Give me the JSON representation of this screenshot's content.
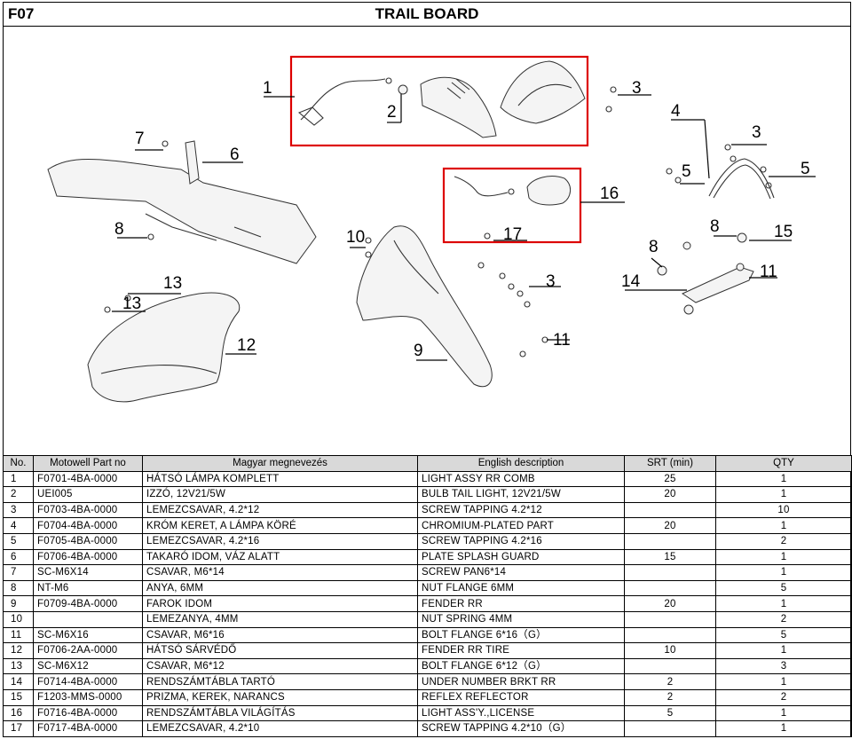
{
  "header": {
    "code": "F07",
    "title": "TRAIL BOARD"
  },
  "callouts": [
    "1",
    "2",
    "3",
    "4",
    "3",
    "5",
    "5",
    "7",
    "6",
    "16",
    "8",
    "10",
    "17",
    "8",
    "8",
    "15",
    "13",
    "13",
    "3",
    "14",
    "11",
    "12",
    "9",
    "11"
  ],
  "table": {
    "columns": [
      "No.",
      "Motowell Part no",
      "Magyar megnevezés",
      "English description",
      "SRT (min)",
      "QTY"
    ],
    "rows": [
      [
        "1",
        "F0701-4BA-0000",
        "HÁTSÓ LÁMPA KOMPLETT",
        "LIGHT ASSY RR COMB",
        "25",
        "1"
      ],
      [
        "2",
        "UEI005",
        "IZZÓ, 12V21/5W",
        "BULB TAIL LIGHT, 12V21/5W",
        "20",
        "1"
      ],
      [
        "3",
        "F0703-4BA-0000",
        "LEMEZCSAVAR, 4.2*12",
        "SCREW TAPPING 4.2*12",
        "",
        "10"
      ],
      [
        "4",
        "F0704-4BA-0000",
        "KRÓM KERET, A LÁMPA KÖRÉ",
        "CHROMIUM-PLATED PART",
        "20",
        "1"
      ],
      [
        "5",
        "F0705-4BA-0000",
        "LEMEZCSAVAR, 4.2*16",
        "SCREW TAPPING 4.2*16",
        "",
        "2"
      ],
      [
        "6",
        "F0706-4BA-0000",
        "TAKARÓ IDOM, VÁZ ALATT",
        "PLATE SPLASH GUARD",
        "15",
        "1"
      ],
      [
        "7",
        "SC-M6X14",
        "CSAVAR, M6*14",
        "SCREW PAN6*14",
        "",
        "1"
      ],
      [
        "8",
        "NT-M6",
        "ANYA, 6MM",
        "NUT FLANGE 6MM",
        "",
        "5"
      ],
      [
        "9",
        "F0709-4BA-0000",
        "FAROK IDOM",
        "FENDER RR",
        "20",
        "1"
      ],
      [
        "10",
        "",
        "LEMEZANYA, 4MM",
        "NUT SPRING 4MM",
        "",
        "2"
      ],
      [
        "11",
        "SC-M6X16",
        "CSAVAR, M6*16",
        "BOLT FLANGE 6*16（G）",
        "",
        "5"
      ],
      [
        "12",
        "F0706-2AA-0000",
        "HÁTSÓ SÁRVÉDŐ",
        "FENDER RR TIRE",
        "10",
        "1"
      ],
      [
        "13",
        "SC-M6X12",
        "CSAVAR, M6*12",
        "BOLT FLANGE 6*12（G）",
        "",
        "3"
      ],
      [
        "14",
        "F0714-4BA-0000",
        "RENDSZÁMTÁBLA TARTÓ",
        "UNDER NUMBER BRKT RR",
        "2",
        "1"
      ],
      [
        "15",
        "F1203-MMS-0000",
        "PRIZMA, KEREK, NARANCS",
        "REFLEX REFLECTOR",
        "2",
        "2"
      ],
      [
        "16",
        "F0716-4BA-0000",
        "RENDSZÁMTÁBLA VILÁGÍTÁS",
        "LIGHT ASS'Y.,LICENSE",
        "5",
        "1"
      ],
      [
        "17",
        "F0717-4BA-0000",
        "LEMEZCSAVAR, 4.2*10",
        "SCREW TAPPING 4.2*10（G）",
        "",
        "1"
      ]
    ]
  }
}
